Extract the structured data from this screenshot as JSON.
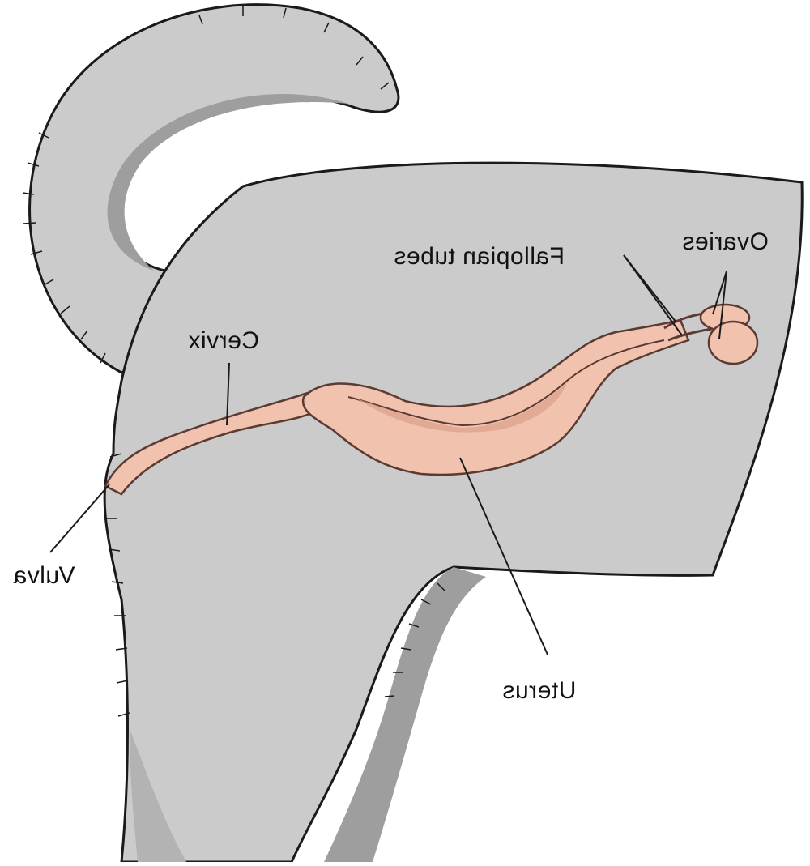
{
  "diagram": {
    "labels": {
      "ovaries": "Ovaries",
      "fallopian_tubes": "Fallopian tubes",
      "cervix": "Cervix",
      "vulva": "Vulva",
      "uterus": "Uterus"
    },
    "colors": {
      "body": "#cbcbcb",
      "body_shadow": "#9e9e9e",
      "outline": "#1a1a1a",
      "organ_fill": "#f1c2ad",
      "organ_shade": "#dca08a",
      "organ_outline": "#5a3a32"
    }
  }
}
